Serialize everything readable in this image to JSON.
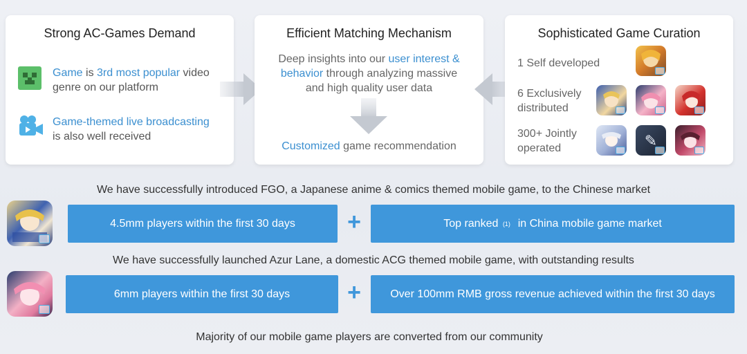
{
  "cards": {
    "demand": {
      "title": "Strong AC-Games Demand",
      "item1": {
        "part1": "Game",
        "part2": " is ",
        "part3": "3rd most popular",
        "part4": " video",
        "line2": "genre on our platform"
      },
      "item2": {
        "line1": "Game-themed live broadcasting",
        "line2": "is also well received"
      }
    },
    "matching": {
      "title": "Efficient Matching Mechanism",
      "line1a": "Deep insights into our ",
      "line1b": "user interest &",
      "line2a": "behavior",
      "line2b": " through analyzing massive",
      "line3": "and high quality user data",
      "result_a": "Customized",
      "result_b": " game recommendation"
    },
    "curation": {
      "title": "Sophisticated Game Curation",
      "row1": "1 Self developed",
      "row2a": "6 Exclusively",
      "row2b": "distributed",
      "row3a": "300+ Jointly",
      "row3b": "operated"
    }
  },
  "fgo": {
    "intro": "We have successfully introduced FGO, a Japanese anime & comics themed mobile game, to the Chinese market",
    "stat1": "4.5mm players within the first 30 days",
    "stat2_a": "Top ranked ",
    "stat2_sup": "(1)",
    "stat2_b": "  in China mobile game market",
    "plus": "+"
  },
  "azur": {
    "intro": "We have successfully launched Azur Lane, a domestic ACG themed mobile game, with outstanding results",
    "stat1": "6mm players within the first 30 days",
    "stat2": "Over 100mm RMB gross revenue achieved within the first 30 days",
    "plus": "+"
  },
  "footer": "Majority of our mobile game players are converted from our community",
  "colors": {
    "accent": "#3f97db",
    "link": "#3b8fd0"
  }
}
